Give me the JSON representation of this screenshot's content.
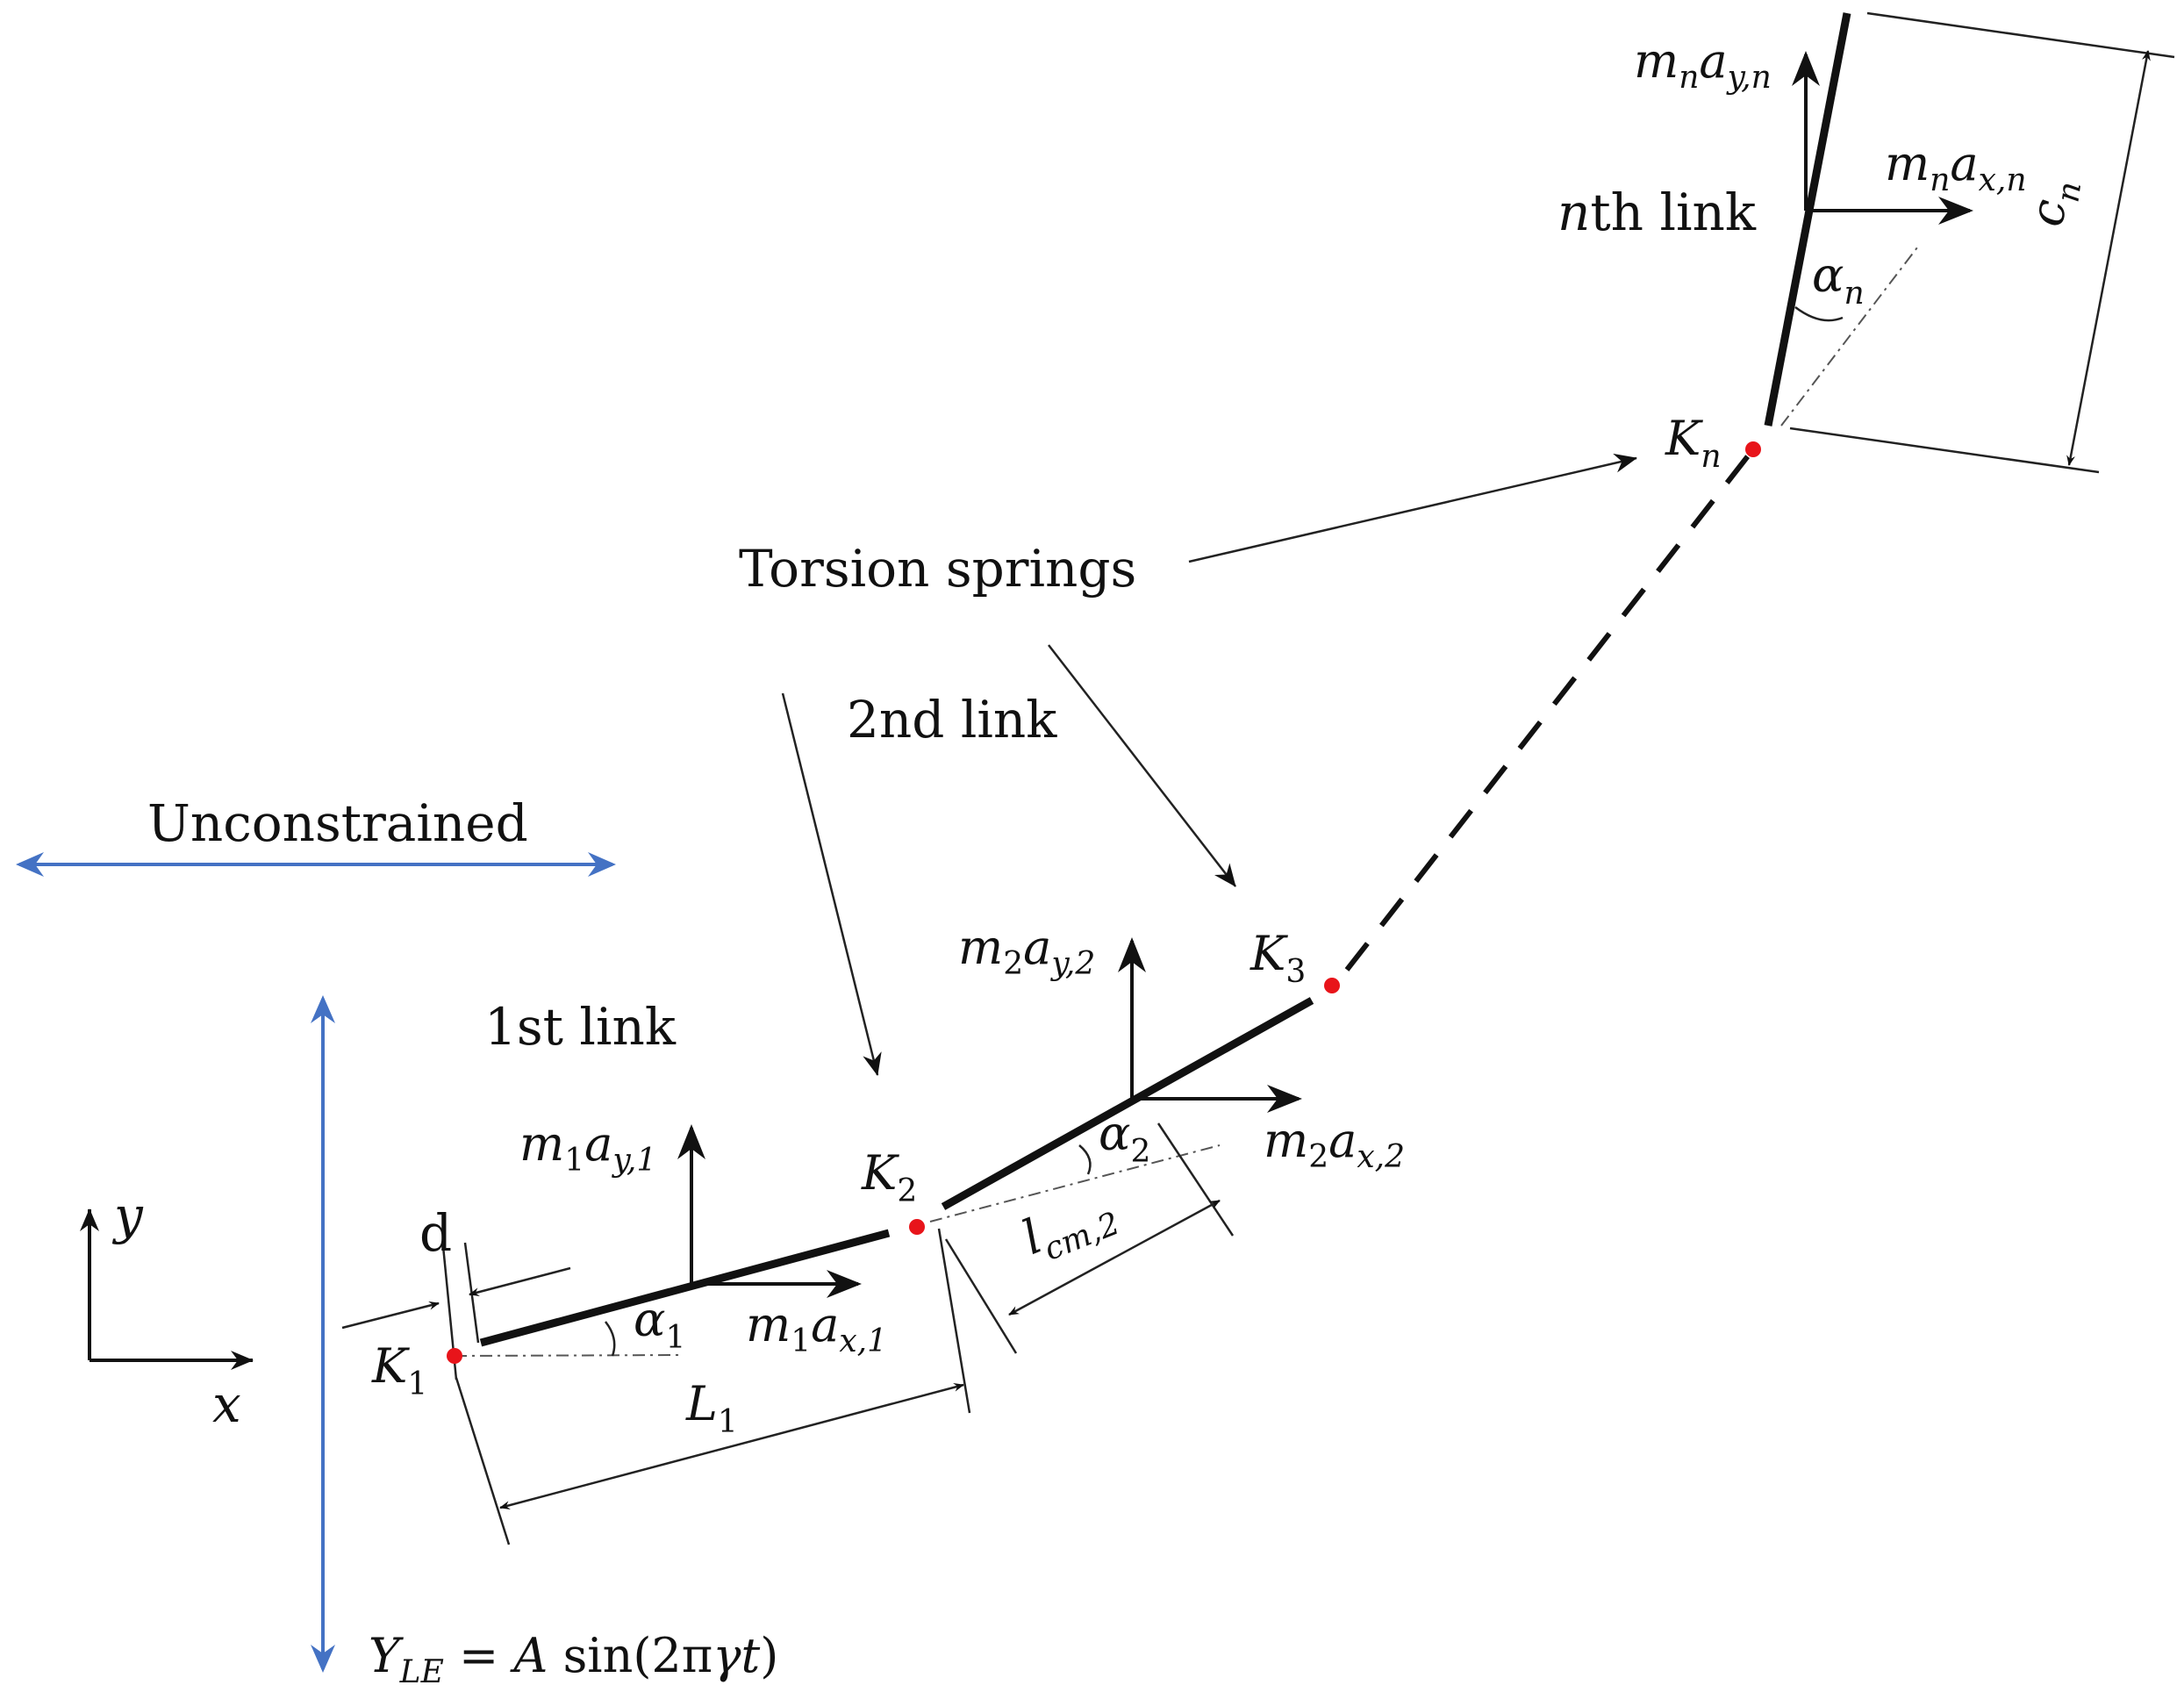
{
  "labels": {
    "unconstrained": "Unconstrained",
    "torsion_springs": "Torsion springs",
    "link_1": "1st link",
    "link_2": "2nd link",
    "link_n_suffix": "th link",
    "n": "n",
    "x_axis": "x",
    "y_axis": "y",
    "d": "d",
    "K": "K",
    "K1_sub": "1",
    "K2_sub": "2",
    "K3_sub": "3",
    "Kn_sub": "n",
    "L": "L",
    "L1_sub": "1",
    "l": "l",
    "lcm2_sub": "cm,2",
    "alpha": "α",
    "alpha1_sub": "1",
    "alpha2_sub": "2",
    "alphan_sub": "n",
    "c": "c",
    "cn_sub": "n",
    "m": "m",
    "a": "a",
    "m1_sub": "1",
    "m2_sub": "2",
    "mn_sub": "n",
    "ax1_sub": "x,1",
    "ay1_sub": "y,1",
    "ax2_sub": "x,2",
    "ay2_sub": "y,2",
    "axn_sub": "x,n",
    "ayn_sub": "y,n",
    "Y": "Y",
    "Y_sub": "LE",
    "eq_equals": " = ",
    "eq_A": "A",
    "eq_sin_open": " sin(2π",
    "eq_gamma": "γ",
    "eq_t": "t",
    "eq_close": ")"
  },
  "colors": {
    "joint": "#e8141a",
    "motion_arrows": "#4472c4",
    "ink": "#111111"
  }
}
